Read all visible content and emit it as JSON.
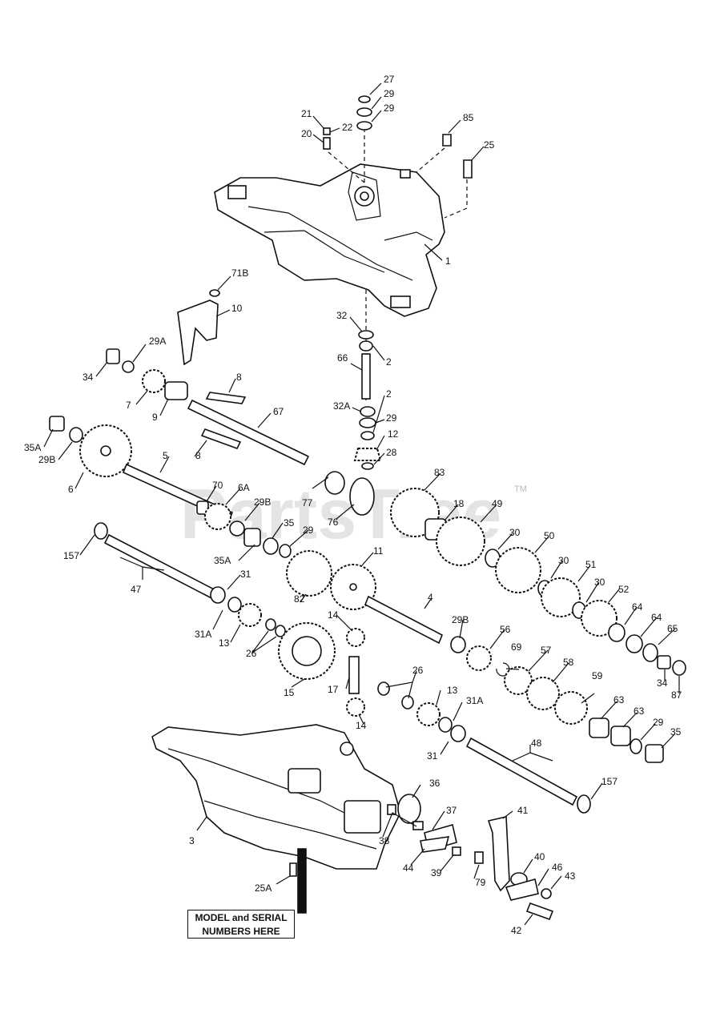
{
  "watermark": "PartsTree",
  "watermark_tm": "TM",
  "note_box": {
    "line1": "MODEL and SERIAL",
    "line2": "NUMBERS HERE"
  },
  "callouts": [
    {
      "id": "c27",
      "text": "27"
    },
    {
      "id": "c29a",
      "text": "29"
    },
    {
      "id": "c29b",
      "text": "29"
    },
    {
      "id": "c21",
      "text": "21"
    },
    {
      "id": "c22",
      "text": "22"
    },
    {
      "id": "c20",
      "text": "20"
    },
    {
      "id": "c85",
      "text": "85"
    },
    {
      "id": "c25",
      "text": "25"
    },
    {
      "id": "c1",
      "text": "1"
    },
    {
      "id": "c71B",
      "text": "71B"
    },
    {
      "id": "c10",
      "text": "10"
    },
    {
      "id": "c32",
      "text": "32"
    },
    {
      "id": "c2a",
      "text": "2"
    },
    {
      "id": "c66",
      "text": "66"
    },
    {
      "id": "c2b",
      "text": "2"
    },
    {
      "id": "c32A",
      "text": "32A"
    },
    {
      "id": "c29c",
      "text": "29"
    },
    {
      "id": "c12",
      "text": "12"
    },
    {
      "id": "c28",
      "text": "28"
    },
    {
      "id": "c34a",
      "text": "34"
    },
    {
      "id": "c29A",
      "text": "29A"
    },
    {
      "id": "c7",
      "text": "7"
    },
    {
      "id": "c9",
      "text": "9"
    },
    {
      "id": "c8a",
      "text": "8"
    },
    {
      "id": "c67",
      "text": "67"
    },
    {
      "id": "c8b",
      "text": "8"
    },
    {
      "id": "c35Aa",
      "text": "35A"
    },
    {
      "id": "c29Ba",
      "text": "29B"
    },
    {
      "id": "c6",
      "text": "6"
    },
    {
      "id": "c5",
      "text": "5"
    },
    {
      "id": "c77",
      "text": "77"
    },
    {
      "id": "c76",
      "text": "76"
    },
    {
      "id": "c83",
      "text": "83"
    },
    {
      "id": "c18",
      "text": "18"
    },
    {
      "id": "c49",
      "text": "49"
    },
    {
      "id": "c70",
      "text": "70"
    },
    {
      "id": "c6A",
      "text": "6A"
    },
    {
      "id": "c29Bb",
      "text": "29B"
    },
    {
      "id": "c35a",
      "text": "35"
    },
    {
      "id": "c29d",
      "text": "29"
    },
    {
      "id": "c35Ab",
      "text": "35A"
    },
    {
      "id": "c157a",
      "text": "157"
    },
    {
      "id": "c30a",
      "text": "30"
    },
    {
      "id": "c50",
      "text": "50"
    },
    {
      "id": "c30b",
      "text": "30"
    },
    {
      "id": "c51",
      "text": "51"
    },
    {
      "id": "c30c",
      "text": "30"
    },
    {
      "id": "c52",
      "text": "52"
    },
    {
      "id": "c11",
      "text": "11"
    },
    {
      "id": "c82",
      "text": "82"
    },
    {
      "id": "c31a",
      "text": "31"
    },
    {
      "id": "c47",
      "text": "47"
    },
    {
      "id": "c4",
      "text": "4"
    },
    {
      "id": "c64a",
      "text": "64"
    },
    {
      "id": "c64b",
      "text": "64"
    },
    {
      "id": "c65",
      "text": "65"
    },
    {
      "id": "c31Aa",
      "text": "31A"
    },
    {
      "id": "c13a",
      "text": "13"
    },
    {
      "id": "c26a",
      "text": "26"
    },
    {
      "id": "c14a",
      "text": "14"
    },
    {
      "id": "c29Bc",
      "text": "29B"
    },
    {
      "id": "c56",
      "text": "56"
    },
    {
      "id": "c69",
      "text": "69"
    },
    {
      "id": "c57",
      "text": "57"
    },
    {
      "id": "c58",
      "text": "58"
    },
    {
      "id": "c34b",
      "text": "34"
    },
    {
      "id": "c87",
      "text": "87"
    },
    {
      "id": "c15",
      "text": "15"
    },
    {
      "id": "c17",
      "text": "17"
    },
    {
      "id": "c26b",
      "text": "26"
    },
    {
      "id": "c59",
      "text": "59"
    },
    {
      "id": "c13b",
      "text": "13"
    },
    {
      "id": "c31Ab",
      "text": "31A"
    },
    {
      "id": "c14b",
      "text": "14"
    },
    {
      "id": "c63a",
      "text": "63"
    },
    {
      "id": "c63b",
      "text": "63"
    },
    {
      "id": "c29e",
      "text": "29"
    },
    {
      "id": "c35b",
      "text": "35"
    },
    {
      "id": "c31b",
      "text": "31"
    },
    {
      "id": "c48",
      "text": "48"
    },
    {
      "id": "c157b",
      "text": "157"
    },
    {
      "id": "c36",
      "text": "36"
    },
    {
      "id": "c41",
      "text": "41"
    },
    {
      "id": "c37",
      "text": "37"
    },
    {
      "id": "c3",
      "text": "3"
    },
    {
      "id": "c38",
      "text": "38"
    },
    {
      "id": "c40",
      "text": "40"
    },
    {
      "id": "c46",
      "text": "46"
    },
    {
      "id": "c43",
      "text": "43"
    },
    {
      "id": "c44",
      "text": "44"
    },
    {
      "id": "c39",
      "text": "39"
    },
    {
      "id": "c79",
      "text": "79"
    },
    {
      "id": "c25A",
      "text": "25A"
    },
    {
      "id": "c42",
      "text": "42"
    }
  ]
}
